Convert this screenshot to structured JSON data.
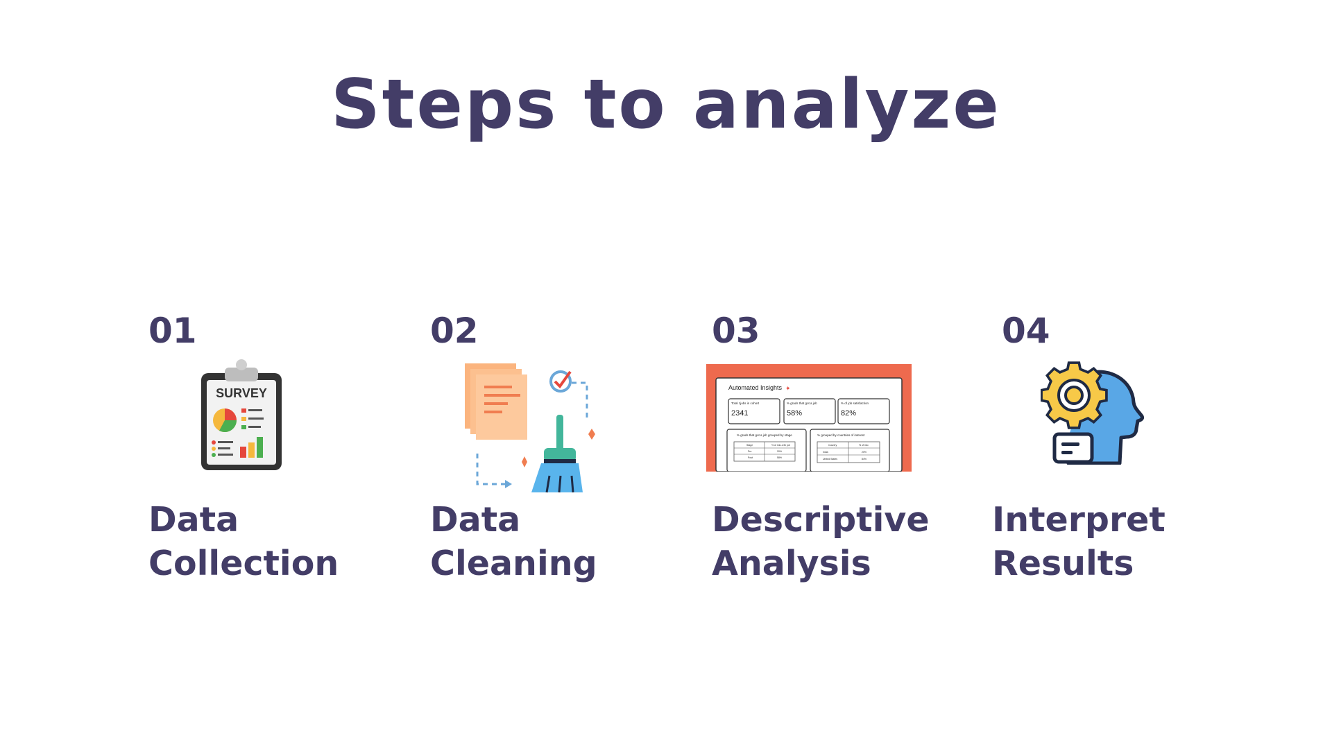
{
  "title": "Steps to analyze",
  "steps": [
    {
      "number": "01",
      "label_line1": "Data",
      "label_line2": "Collection",
      "icon": "survey-clipboard-icon",
      "icon_text": "SURVEY"
    },
    {
      "number": "02",
      "label_line1": "Data",
      "label_line2": "Cleaning",
      "icon": "documents-broom-icon"
    },
    {
      "number": "03",
      "label_line1": "Descriptive",
      "label_line2": "Analysis",
      "icon": "automated-insights-thumbnail",
      "insights": {
        "heading": "Automated Insights",
        "card1_label": "Total 1jobs in cohort",
        "card1_value": "2341",
        "card2_label": "% grads that got a job",
        "card2_value": "58%",
        "card3_label": "% of job satisfaction",
        "card3_value": "82%",
        "panel1_title": "% grads that got a job grouped by stage",
        "panel2_title": "% grouped by countries of interest",
        "t1_h1": "Stage",
        "t1_h2": "% of into a fin job",
        "t1_r1c1": "Pre",
        "t1_r1c2": "20%",
        "t1_r2c1": "Post",
        "t1_r2c2": "58%",
        "t2_h1": "Country",
        "t2_h2": "% of into",
        "t2_r1c1": "India",
        "t2_r1c2": "20%",
        "t2_r2c1": "United States",
        "t2_r2c2": "84%"
      }
    },
    {
      "number": "04",
      "label_line1": "Interpret",
      "label_line2": "Results",
      "icon": "gear-head-icon"
    }
  ],
  "colors": {
    "text": "#433d67",
    "accent": "#ee6a4e",
    "background": "#ffffff"
  }
}
